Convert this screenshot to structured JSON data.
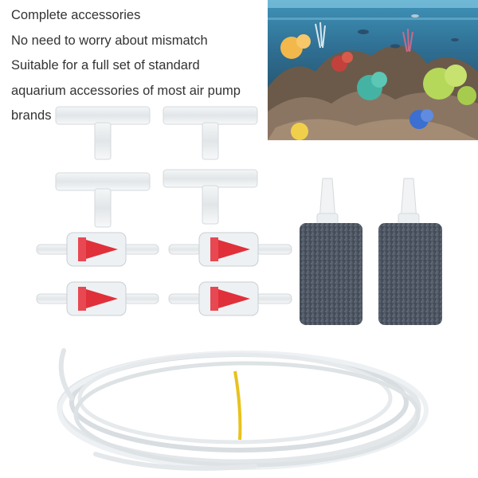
{
  "description_lines": [
    "Complete accessories",
    "No need to worry about mismatch",
    "Suitable for a full set of standard",
    "aquarium accessories of most air pump",
    "brands"
  ],
  "colors": {
    "text": "#333333",
    "check_valve_red": "#e0303a",
    "air_stone": "#4d5663",
    "rubber_band": "#e8c21c",
    "connector": "#e9ecef"
  },
  "items": {
    "t_connectors": 4,
    "check_valves": 4,
    "air_stones": 2,
    "air_tubing_coils": 1
  }
}
